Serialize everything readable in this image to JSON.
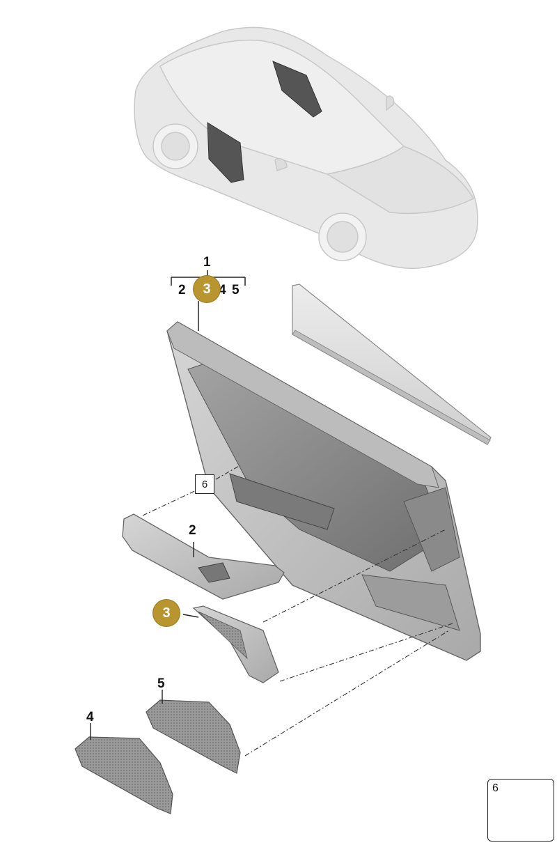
{
  "labels": {
    "assembly": "1",
    "sub_2": "2",
    "sub_4": "4",
    "sub_5": "5",
    "part_2": "2",
    "part_4": "4",
    "part_5": "5",
    "ref_6": "6",
    "inset_6": "6"
  },
  "hotspots": {
    "top": "3",
    "left": "3"
  },
  "colors": {
    "hotspot": "#b8952e",
    "car_ghost": "#e6e6e6",
    "part_fill": "#c9c9c9",
    "part_dark": "#8f8f8f",
    "outline": "#555555"
  }
}
